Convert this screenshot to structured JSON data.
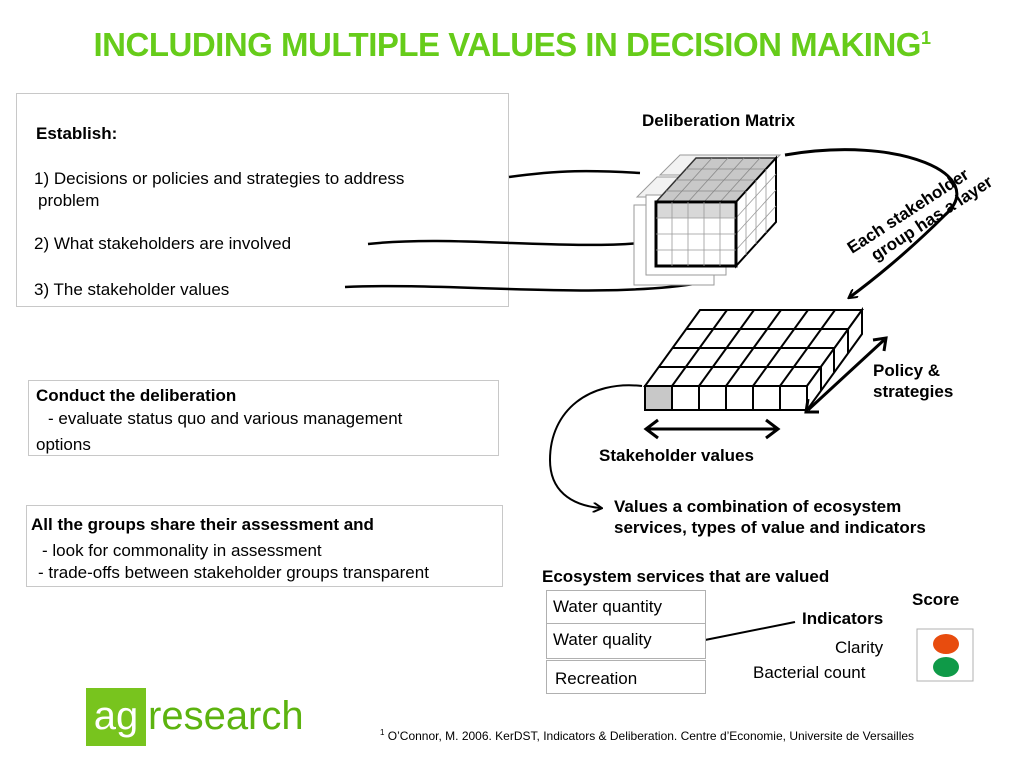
{
  "title": {
    "text": "INCLUDING MULTIPLE VALUES IN DECISION MAKING",
    "sup": "1"
  },
  "establish": {
    "heading": "Establish:",
    "item1_line1": "1) Decisions or policies and strategies to address",
    "item1_line2": "problem",
    "item2": "2) What  stakeholders are involved",
    "item3": "3) The stakeholder values"
  },
  "conduct": {
    "heading": "Conduct the deliberation",
    "line1": "- evaluate status quo and various management",
    "line2": "options"
  },
  "share": {
    "heading": "All the groups share their assessment and",
    "line1": "- look for commonality in assessment",
    "line2": "- trade-offs between stakeholder groups transparent"
  },
  "diagram": {
    "matrix_label": "Deliberation Matrix",
    "layer_line1": "Each stakeholder",
    "layer_line2": "group has a layer",
    "policy_line1": "Policy &",
    "policy_line2": "strategies",
    "stakeholder_values": "Stakeholder values",
    "combination_line1": "Values a combination of ecosystem",
    "combination_line2": "services, types of value and indicators"
  },
  "ecosystem": {
    "heading": "Ecosystem services that are valued",
    "services": [
      "Water quantity",
      "Water quality",
      "Recreation"
    ],
    "indicators_label": "Indicators",
    "indicator_values": [
      "Clarity",
      "Bacterial count"
    ],
    "score_label": "Score"
  },
  "colors": {
    "title": "#66cc1a",
    "score_red": "#e84c0e",
    "score_green": "#0f9a48"
  },
  "logo": {
    "ag": "ag",
    "research": "research"
  },
  "footnote": {
    "sup": "1",
    "text": " O’Connor, M. 2006. KerDST, Indicators & Deliberation. Centre d’Economie, Universite de Versailles"
  }
}
